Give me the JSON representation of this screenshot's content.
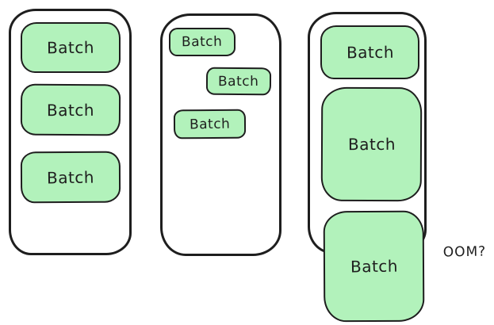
{
  "diagram": {
    "style": "hand-drawn",
    "colors": {
      "stroke": "#1e1e1e",
      "batch_fill": "#b2f2bb",
      "container_fill": "#ffffff",
      "canvas_bg": "#ffffff"
    },
    "containers": [
      {
        "id": "container-1",
        "description": "uniform batches stacked evenly",
        "batches": [
          {
            "label": "Batch",
            "size": "medium"
          },
          {
            "label": "Batch",
            "size": "medium"
          },
          {
            "label": "Batch",
            "size": "medium"
          }
        ]
      },
      {
        "id": "container-2",
        "description": "small batches staggered, space left over",
        "batches": [
          {
            "label": "Batch",
            "size": "small"
          },
          {
            "label": "Batch",
            "size": "small"
          },
          {
            "label": "Batch",
            "size": "small"
          }
        ]
      },
      {
        "id": "container-3",
        "description": "growing batches, last one overflows the container",
        "batches": [
          {
            "label": "Batch",
            "size": "medium"
          },
          {
            "label": "Batch",
            "size": "large"
          },
          {
            "label": "Batch",
            "size": "large-overflowing"
          }
        ]
      }
    ],
    "annotation": {
      "label": "OOM?"
    }
  }
}
